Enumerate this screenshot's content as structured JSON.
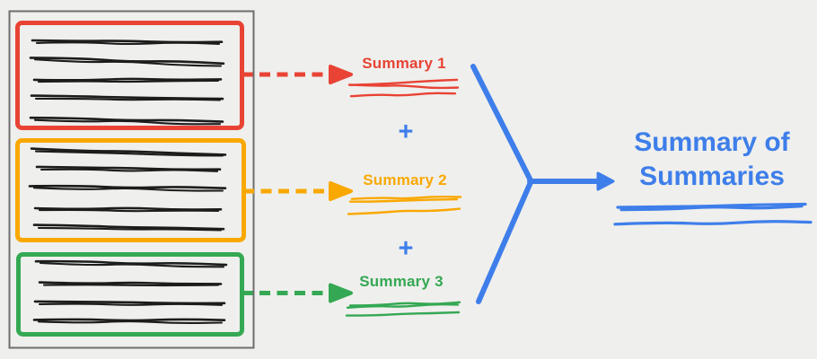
{
  "palette": {
    "background": "#EFEFED",
    "document_border": "#6E6E6E",
    "ink": "#1C1C1C",
    "red": "#E84335",
    "orange": "#F9A800",
    "green": "#34A853",
    "blue": "#3E7EEA"
  },
  "source_document": {
    "sections": [
      {
        "name": "red-section",
        "color": "#E84335",
        "text_lines": 5
      },
      {
        "name": "orange-section",
        "color": "#F9A800",
        "text_lines": 5
      },
      {
        "name": "green-section",
        "color": "#34A853",
        "text_lines": 4
      }
    ]
  },
  "summaries": [
    {
      "label": "Summary 1",
      "color": "#E84335"
    },
    {
      "label": "Summary 2",
      "color": "#F9A800"
    },
    {
      "label": "Summary 3",
      "color": "#34A853"
    }
  ],
  "plus_top": "+",
  "plus_bottom": "+",
  "result": {
    "label": "Summary of Summaries",
    "color": "#3E7EEA"
  }
}
